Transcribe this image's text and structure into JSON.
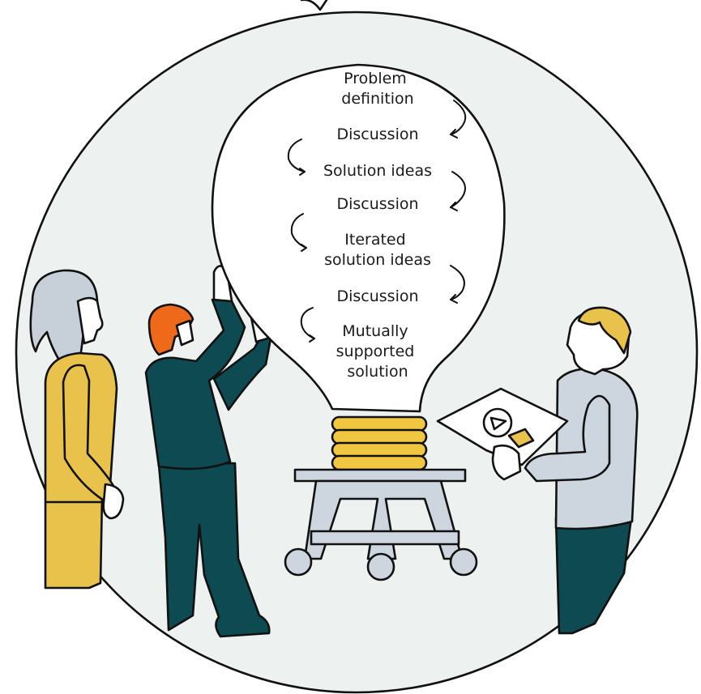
{
  "process_steps": [
    {
      "lines": [
        "Problem",
        "definition"
      ]
    },
    {
      "lines": [
        "Discussion"
      ]
    },
    {
      "lines": [
        "Solution ideas"
      ]
    },
    {
      "lines": [
        "Discussion"
      ]
    },
    {
      "lines": [
        "Iterated",
        "solution ideas"
      ]
    },
    {
      "lines": [
        "Discussion"
      ]
    },
    {
      "lines": [
        "Mutually",
        "supported",
        "solution"
      ]
    }
  ],
  "colors": {
    "circle_bg": "#edf2f0",
    "outline": "#111111",
    "teal": "#0d4a52",
    "mustard": "#e8c24a",
    "grey_blue": "#cdd5df",
    "orange_hair": "#ee6a1a",
    "gold_coil": "#f1c640",
    "grey_hair": "#c7cfd9",
    "skin_line": "#ffffff"
  },
  "icons": [
    "lightbulb",
    "stool",
    "curved-arrow",
    "blueprint-sheet"
  ]
}
